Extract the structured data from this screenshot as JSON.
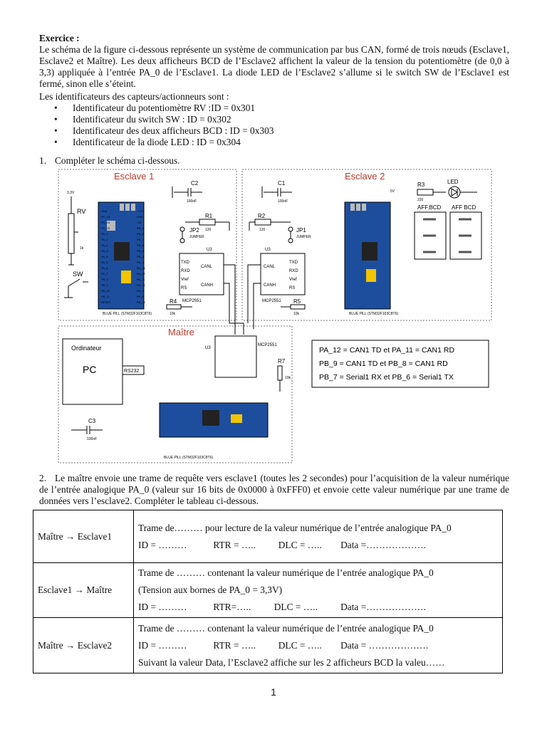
{
  "exercise": {
    "title": "Exercice :",
    "intro": "Le schéma de la figure ci-dessous représente un système de communication par bus CAN, formé de trois nœuds (Esclave1, Esclave2 et Maître). Les deux afficheurs BCD de l’Esclave2 affichent la valeur de la tension du potentiomètre (de 0,0 à 3,3) appliquée à l’entrée PA_0 de l’Esclave1. La diode LED de l’Esclave2 s’allume si le switch SW de l’Esclave1 est fermé, sinon elle s’éteint.",
    "ids_heading": "Les identificateurs des capteurs/actionneurs sont :",
    "ids": [
      "Identificateur du potentiomètre RV :ID = 0x301",
      "Identificateur du switch SW : ID = 0x302",
      "Identificateur des deux afficheurs BCD : ID = 0x303",
      "Identificateur de la diode LED : ID = 0x304"
    ],
    "q1_num": "1.",
    "q1": "Compléter le schéma ci-dessous.",
    "q2_num": "2.",
    "q2": "Le maître envoie une trame de requête vers esclave1 (toutes les 2 secondes) pour l’acquisition de la valeur numérique de l’entrée analogique PA_0 (valeur sur 16 bits de 0x0000 à 0xFFF0) et envoie cette valeur numérique par une trame de données vers l’esclave2. Compléter le tableau ci-dessous."
  },
  "diagram": {
    "esclave1_title": "Esclave 1",
    "esclave2_title": "Esclave 2",
    "maitre_title": "Maître",
    "c1": "C1",
    "c2": "C2",
    "c3": "C3",
    "cap_value": "100nF",
    "r1": "R1",
    "r2": "R2",
    "r3": "R3",
    "r4": "R4",
    "r5": "R5",
    "r7": "R7",
    "r_120": "120",
    "r_10k": "10k",
    "r_220": "220",
    "r_1k": "1k",
    "jp1": "JP1",
    "jp2": "JP2",
    "jumper": "JUMPER",
    "u3": "U3",
    "mcp": "MCP2551",
    "txd": "TXD",
    "rxd": "RXD",
    "vref": "Vref",
    "rs": "RS",
    "canl": "CANL",
    "canh": "CANH",
    "rv": "RV",
    "sw": "SW",
    "led": "LED",
    "v33": "3.3V",
    "v5": "5V",
    "aff_bcd1": "AFF.BCD",
    "aff_bcd2": "AFF BCD",
    "ordinateur": "Ordinateur",
    "pc": "PC",
    "rs232": "RS232",
    "bluepill": "BLUE PILL (STM32F103C8T6)",
    "pin_map": [
      "PA_12 = CAN1 TD   et   PA_11 = CAN1 RD",
      "PB_9 = CAN1 TD   et   PB_8 = CAN1 RD",
      "PB_7 = Serial1 RX   et   PB_6 = Serial1 TX"
    ]
  },
  "table": {
    "rows": [
      {
        "label": "Maître → Esclave1",
        "line1": "Trame de……… pour lecture de la valeur numérique de l’entrée analogique PA_0",
        "id": "ID = ………",
        "rtr": "RTR = …..",
        "dlc": "DLC = …..",
        "data": "Data =……………….",
        "extra": ""
      },
      {
        "label": "Esclave1 → Maître",
        "line1": "Trame de ……… contenant la valeur numérique de l’entrée analogique PA_0",
        "line2": "(Tension aux bornes de PA_0 = 3,3V)",
        "id": "ID = ………",
        "rtr": "RTR=…..",
        "dlc": "DLC = …..",
        "data": "Data =……………….",
        "extra": ""
      },
      {
        "label": "Maître → Esclave2",
        "line1": "Trame de ……… contenant la valeur numérique de l’entrée analogique PA_0",
        "id": "ID = ………",
        "rtr": "RTR = …..",
        "dlc": "DLC = …..",
        "data": "Data = ……………….",
        "extra": "Suivant la valeur Data, l’Esclave2 affiche sur les 2 afficheurs BCD la valeu……"
      }
    ]
  },
  "page_number": "1"
}
